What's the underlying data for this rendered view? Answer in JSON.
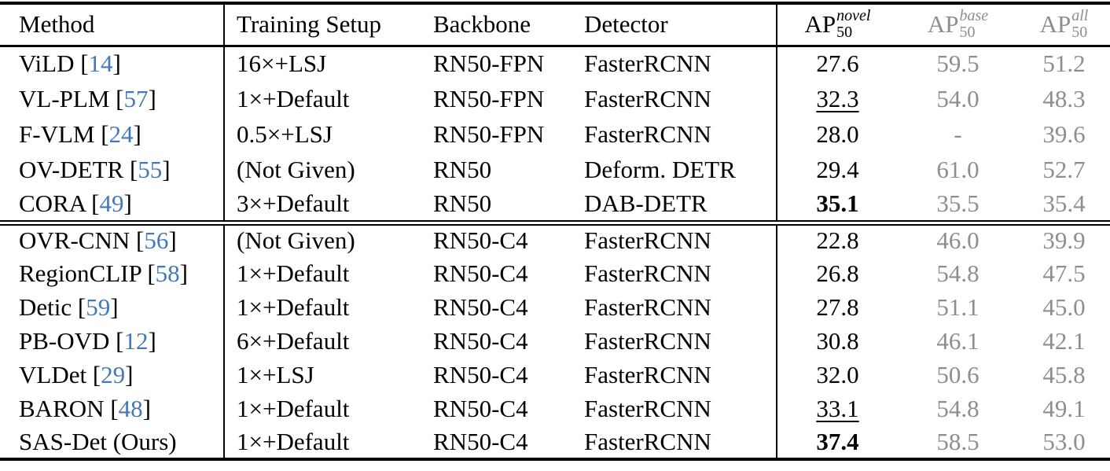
{
  "ui": {
    "bracket_open": "[",
    "bracket_close": "]"
  },
  "colors": {
    "citation_blue": "#4478b9",
    "muted_gray": "#8e8e8e",
    "rule_black": "#000000",
    "background": "#ffffff"
  },
  "table": {
    "headers": {
      "method": "Method",
      "training_setup": "Training Setup",
      "backbone": "Backbone",
      "detector": "Detector",
      "ap": {
        "prefix": "AP",
        "sub": "50",
        "novel": "novel",
        "base": "base",
        "all": "all"
      }
    },
    "sections": [
      {
        "rows": [
          {
            "name": "ViLD",
            "cite": "14",
            "training_setup": "16×+LSJ",
            "backbone": "RN50-FPN",
            "detector": "FasterRCNN",
            "ap_novel": "27.6",
            "ap_base": "59.5",
            "ap_all": "51.2"
          },
          {
            "name": "VL-PLM",
            "cite": "57",
            "training_setup": "1×+Default",
            "backbone": "RN50-FPN",
            "detector": "FasterRCNN",
            "ap_novel": "32.3",
            "ap_base": "54.0",
            "ap_all": "48.3"
          },
          {
            "name": "F-VLM",
            "cite": "24",
            "training_setup": "0.5×+LSJ",
            "backbone": "RN50-FPN",
            "detector": "FasterRCNN",
            "ap_novel": "28.0",
            "ap_base": "-",
            "ap_all": "39.6"
          },
          {
            "name": "OV-DETR",
            "cite": "55",
            "training_setup": "(Not Given)",
            "backbone": "RN50",
            "detector": "Deform. DETR",
            "ap_novel": "29.4",
            "ap_base": "61.0",
            "ap_all": "52.7"
          },
          {
            "name": "CORA",
            "cite": "49",
            "training_setup": "3×+Default",
            "backbone": "RN50",
            "detector": "DAB-DETR",
            "ap_novel": "35.1",
            "ap_base": "35.5",
            "ap_all": "35.4"
          }
        ]
      },
      {
        "rows": [
          {
            "name": "OVR-CNN",
            "cite": "56",
            "training_setup": "(Not Given)",
            "backbone": "RN50-C4",
            "detector": "FasterRCNN",
            "ap_novel": "22.8",
            "ap_base": "46.0",
            "ap_all": "39.9"
          },
          {
            "name": "RegionCLIP",
            "cite": "58",
            "training_setup": "1×+Default",
            "backbone": "RN50-C4",
            "detector": "FasterRCNN",
            "ap_novel": "26.8",
            "ap_base": "54.8",
            "ap_all": "47.5"
          },
          {
            "name": "Detic",
            "cite": "59",
            "training_setup": "1×+Default",
            "backbone": "RN50-C4",
            "detector": "FasterRCNN",
            "ap_novel": "27.8",
            "ap_base": "51.1",
            "ap_all": "45.0"
          },
          {
            "name": "PB-OVD",
            "cite": "12",
            "training_setup": "6×+Default",
            "backbone": "RN50-C4",
            "detector": "FasterRCNN",
            "ap_novel": "30.8",
            "ap_base": "46.1",
            "ap_all": "42.1"
          },
          {
            "name": "VLDet",
            "cite": "29",
            "training_setup": "1×+LSJ",
            "backbone": "RN50-C4",
            "detector": "FasterRCNN",
            "ap_novel": "32.0",
            "ap_base": "50.6",
            "ap_all": "45.8"
          },
          {
            "name": "BARON",
            "cite": "48",
            "training_setup": "1×+Default",
            "backbone": "RN50-C4",
            "detector": "FasterRCNN",
            "ap_novel": "33.1",
            "ap_base": "54.8",
            "ap_all": "49.1"
          },
          {
            "name": "SAS-Det",
            "note": "(Ours)",
            "training_setup": "1×+Default",
            "backbone": "RN50-C4",
            "detector": "FasterRCNN",
            "ap_novel": "37.4",
            "ap_base": "58.5",
            "ap_all": "53.0"
          }
        ]
      }
    ]
  }
}
